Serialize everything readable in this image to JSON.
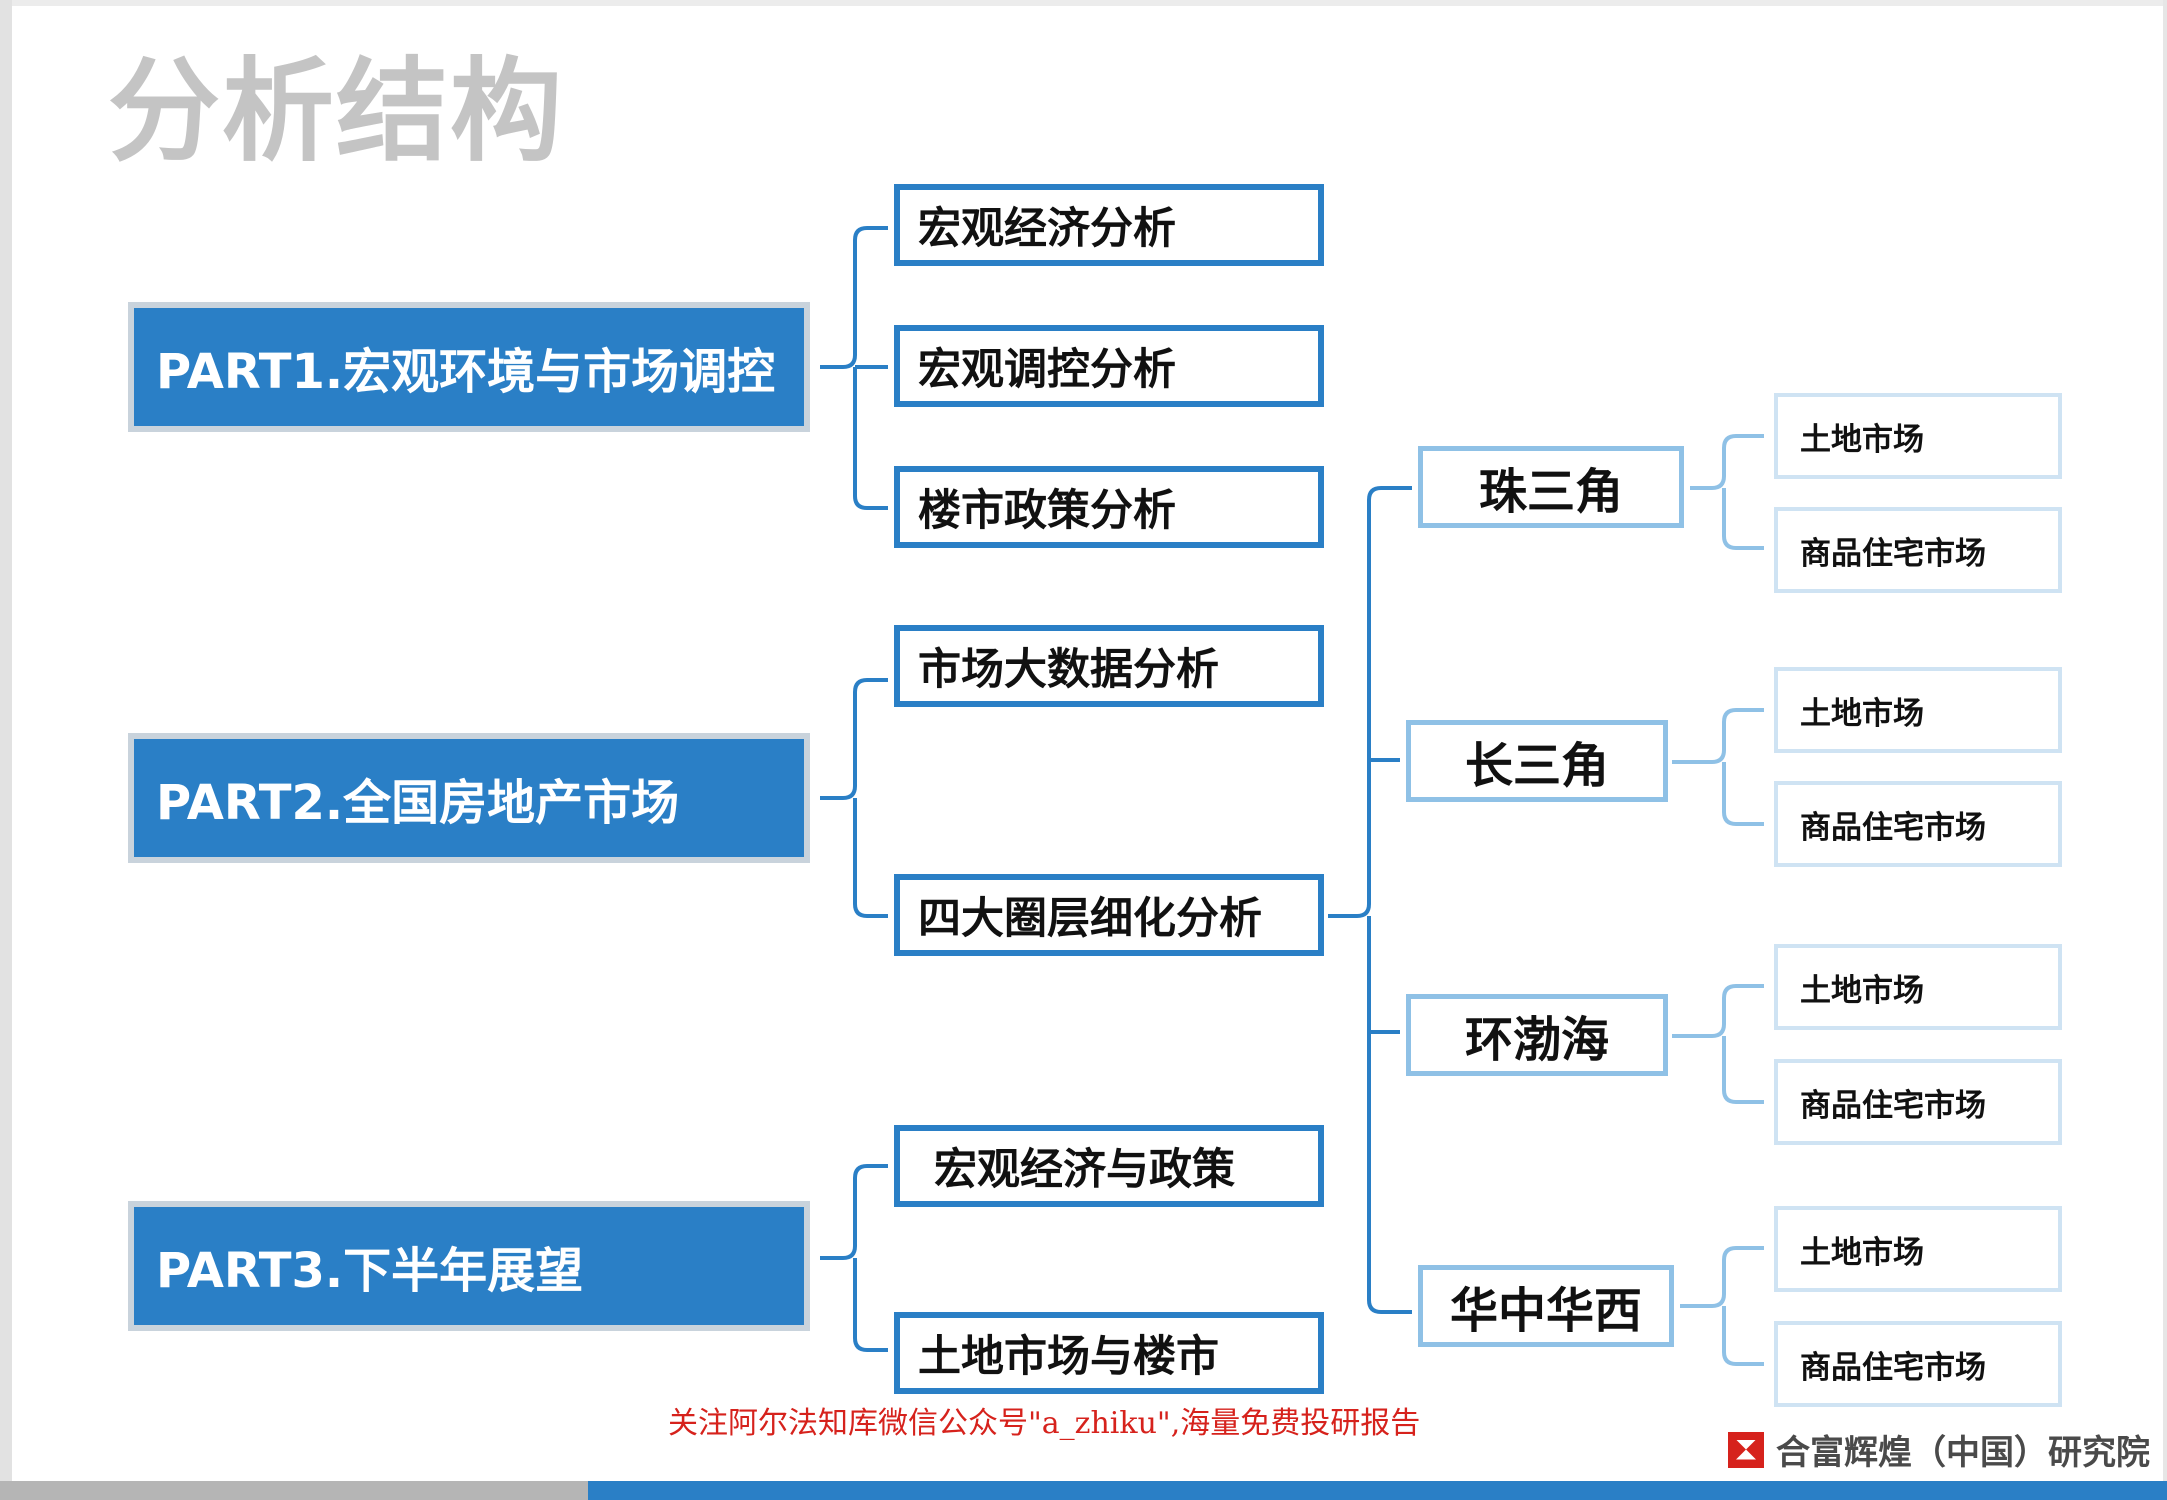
{
  "title": "分析结构",
  "parts": [
    {
      "label": "PART1.宏观环境与市场调控"
    },
    {
      "label": "PART2.全国房地产市场"
    },
    {
      "label": "PART3.下半年展望"
    }
  ],
  "subsections": [
    {
      "label": "宏观经济分析"
    },
    {
      "label": "宏观调控分析"
    },
    {
      "label": "楼市政策分析"
    },
    {
      "label": "市场大数据分析"
    },
    {
      "label": "四大圈层细化分析"
    },
    {
      "label": "宏观经济与政策"
    },
    {
      "label": "土地市场与楼市"
    }
  ],
  "regions": [
    {
      "label": "珠三角",
      "children": [
        "土地市场",
        "商品住宅市场"
      ]
    },
    {
      "label": "长三角",
      "children": [
        "土地市场",
        "商品住宅市场"
      ]
    },
    {
      "label": "环渤海",
      "children": [
        "土地市场",
        "商品住宅市场"
      ]
    },
    {
      "label": "华中华西",
      "children": [
        "土地市场",
        "商品住宅市场"
      ]
    }
  ],
  "footer": {
    "note": "关注阿尔法知库微信公众号\"a_zhiku\",海量免费投研报告",
    "brand": "合富辉煌（中国）研究院"
  },
  "colors": {
    "accent": "#2a7fc6",
    "region_border": "#8fc1e6",
    "leaf_border": "#cfe3f3",
    "title": "#c4c4c4",
    "note": "#d6221c"
  }
}
